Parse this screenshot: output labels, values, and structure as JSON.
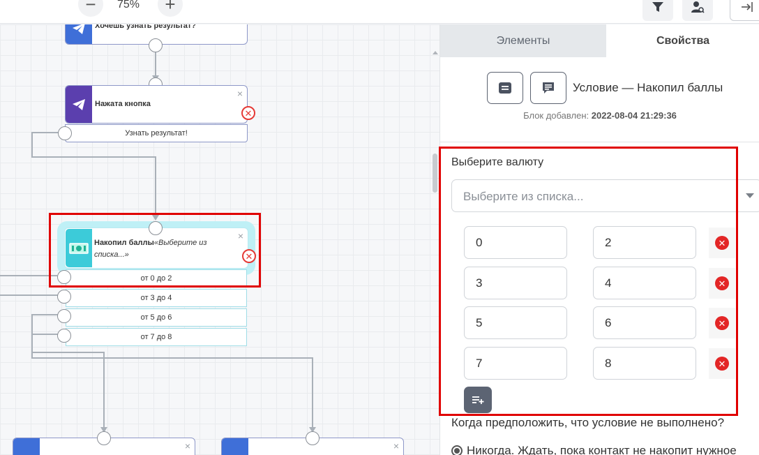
{
  "toolbar": {
    "zoom_out_label": "−",
    "zoom_level": "75%",
    "zoom_in_label": "+",
    "filter_icon": "filter-icon",
    "user_search_icon": "user-search-icon",
    "exit_icon": "exit-panel-icon"
  },
  "canvas": {
    "nodes": {
      "top": {
        "title": "Хочешь узнать результат?",
        "icon": "telegram-icon"
      },
      "button_pressed": {
        "title": "Нажата кнопка",
        "button_label": "Узнать результат!",
        "close": "×",
        "delete": "✕",
        "icon": "telegram-icon"
      },
      "condition": {
        "title": "Накопил баллы",
        "placeholder": "«Выберите из списка...»",
        "close": "×",
        "delete": "✕",
        "icon": "money-icon"
      },
      "ranges": [
        "от 0 до 2",
        "от 3 до 4",
        "от 5 до 6",
        "от 7 до 8"
      ],
      "bottom_close": "×"
    },
    "colors": {
      "accent_blue": "#3f6fd8",
      "accent_purple": "#5b3fae",
      "accent_teal": "#3ccbd9",
      "highlight": "#e00000"
    }
  },
  "panel": {
    "tabs": [
      {
        "label": "Элементы",
        "active": false
      },
      {
        "label": "Свойства",
        "active": true
      }
    ],
    "header": {
      "title": "Условие — Накопил баллы",
      "added_label": "Блок добавлен:",
      "added_date": "2022-08-04 21:29:36",
      "btn_a_icon": "note-icon",
      "btn_b_icon": "comment-icon"
    },
    "currency": {
      "label": "Выберите валюту",
      "placeholder": "Выберите из списка..."
    },
    "ranges": [
      {
        "from": "0",
        "to": "2"
      },
      {
        "from": "3",
        "to": "4"
      },
      {
        "from": "5",
        "to": "6"
      },
      {
        "from": "7",
        "to": "8"
      }
    ],
    "delete_glyph": "✕",
    "add_row_icon": "add-list-icon",
    "question": "Когда предположить, что условие не выполнено?",
    "option_never": "Никогда. Ждать, пока контакт не накопит нужное"
  }
}
